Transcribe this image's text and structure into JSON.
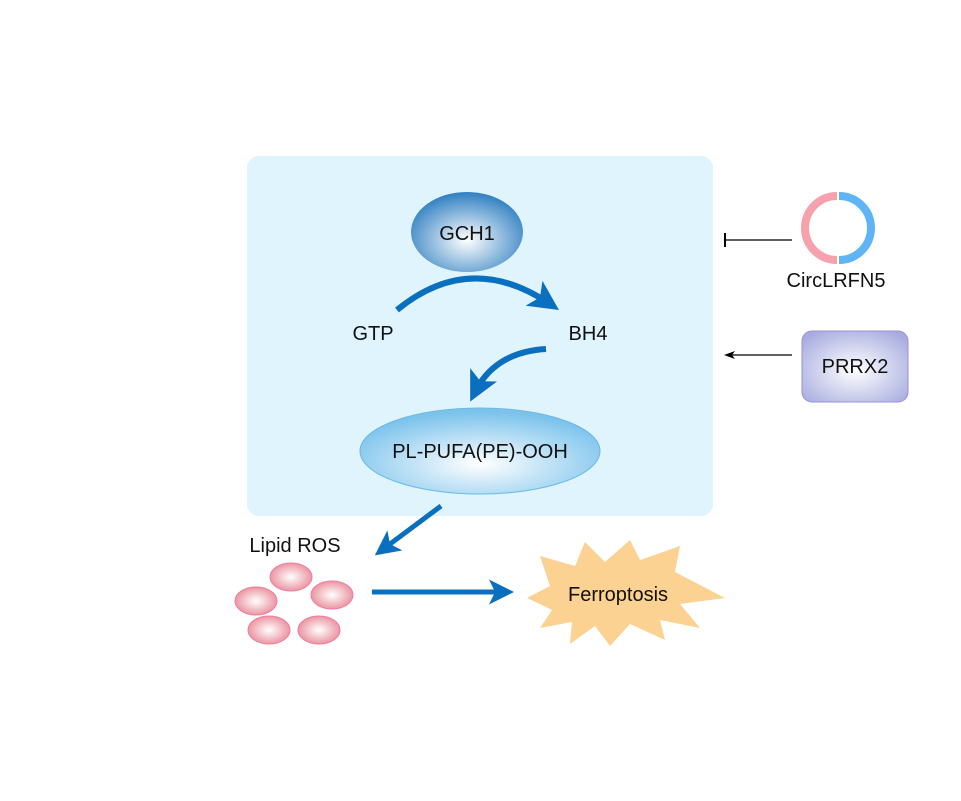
{
  "diagram": {
    "cell_region": {
      "fill": "#dff4fc"
    },
    "nodes": {
      "gch1": {
        "label": "GCH1",
        "color": "#2f7fc1"
      },
      "gtp": {
        "label": "GTP"
      },
      "bh4": {
        "label": "BH4"
      },
      "pl_pufa": {
        "label": "PL-PUFA(PE)-OOH",
        "color": "#7cc3ec"
      },
      "circ": {
        "label": "CircLRFN5",
        "color_left": "#f7a1ad",
        "color_right": "#5fb4f5"
      },
      "prrx2": {
        "label": "PRRX2",
        "color": "#a7acdf"
      },
      "lipid_ros": {
        "label": "Lipid ROS",
        "color": "#ee8d9a",
        "count": 5
      },
      "ferroptosis": {
        "label": "Ferroptosis",
        "color": "#fbd291"
      }
    },
    "edges": [
      {
        "from": "GTP",
        "to": "BH4",
        "type": "activation",
        "via": "GCH1"
      },
      {
        "from": "BH4",
        "to": "PL-PUFA(PE)-OOH",
        "type": "activation"
      },
      {
        "from": "PL-PUFA(PE)-OOH",
        "to": "Lipid ROS",
        "type": "activation"
      },
      {
        "from": "Lipid ROS",
        "to": "Ferroptosis",
        "type": "activation"
      },
      {
        "from": "CircLRFN5",
        "to": "GCH1 pathway",
        "type": "inhibition"
      },
      {
        "from": "PRRX2",
        "to": "GCH1 pathway",
        "type": "activation"
      }
    ],
    "arrow_color": "#0b6fbf"
  }
}
